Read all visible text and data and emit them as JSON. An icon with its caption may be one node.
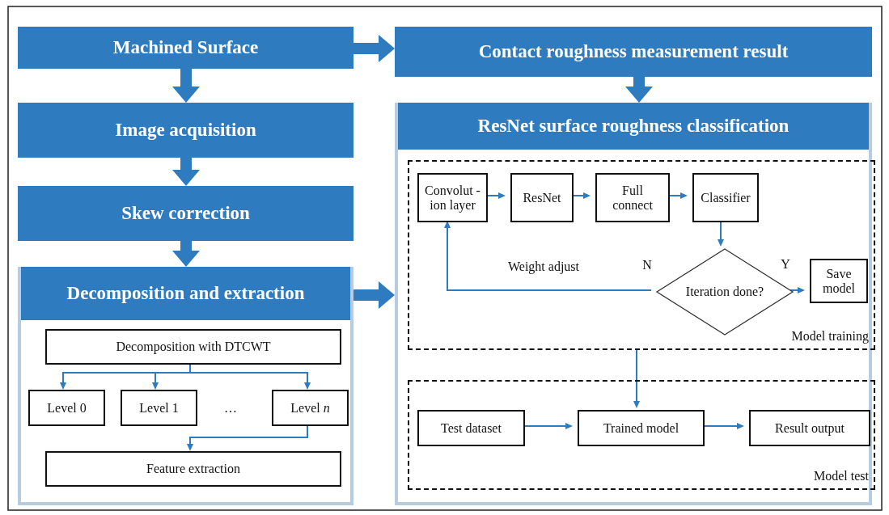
{
  "diagram": {
    "nodes": [
      {
        "text": [
          "Machined Surface"
        ]
      },
      {
        "text": [
          "Contact roughness measurement result"
        ]
      },
      {
        "text": [
          "Image acquisition"
        ]
      },
      {
        "text": [
          "ResNet surface roughness classification"
        ]
      },
      {
        "text": [
          "Skew correction"
        ]
      },
      {
        "text": [
          "Decomposition and extraction"
        ]
      },
      {
        "text": [
          "Decomposition with DTCWT"
        ],
        "in": 5
      },
      {
        "text": [
          "Level 0"
        ],
        "in": 5
      },
      {
        "text": [
          "Level 1"
        ],
        "in": 5
      },
      {
        "text": [
          "Level *n*"
        ],
        "in": 5
      },
      {
        "text": [
          "Feature extraction"
        ],
        "in": 5
      },
      {
        "text": [
          "Model training"
        ],
        "in": 3
      },
      {
        "text": [
          "Convolut -ion layer"
        ],
        "in": 11
      },
      {
        "text": [
          "ResNet"
        ],
        "in": 11
      },
      {
        "text": [
          "Full connect"
        ],
        "in": 11
      },
      {
        "text": [
          "Classifier"
        ],
        "in": 11
      },
      {
        "text": [
          "Iteration done?"
        ],
        "in": 11
      },
      {
        "text": [
          "Save model"
        ],
        "in": 11
      },
      {
        "text": [
          "Model test"
        ],
        "in": 3
      },
      {
        "text": [
          "Test dataset"
        ],
        "in": 18
      },
      {
        "text": [
          "Trained model"
        ],
        "in": 18
      },
      {
        "text": [
          "Result output"
        ],
        "in": 18
      }
    ],
    "edges": [
      {
        "from": 0,
        "to": 2,
        "arrow": "to",
        "style": "thick"
      },
      {
        "from": 2,
        "to": 4,
        "arrow": "to",
        "style": "thick"
      },
      {
        "from": 4,
        "to": 5,
        "arrow": "to",
        "style": "thick"
      },
      {
        "from": 0,
        "to": 1,
        "arrow": "to",
        "style": "thick"
      },
      {
        "from": 1,
        "to": 3,
        "arrow": "to",
        "style": "thick"
      },
      {
        "from": 5,
        "to": 3,
        "arrow": "to",
        "style": "thick"
      },
      {
        "from": 6,
        "to": 7,
        "arrow": "to"
      },
      {
        "from": 6,
        "to": 8,
        "arrow": "to"
      },
      {
        "from": 6,
        "to": 9,
        "arrow": "to"
      },
      {
        "from": 9,
        "to": 10,
        "arrow": "to"
      },
      {
        "from": 12,
        "to": 13,
        "arrow": "to"
      },
      {
        "from": 13,
        "to": 14,
        "arrow": "to"
      },
      {
        "from": 14,
        "to": 15,
        "arrow": "to"
      },
      {
        "from": 15,
        "to": 16,
        "arrow": "to"
      },
      {
        "from": 16,
        "to": 17,
        "arrow": "to",
        "label": "Y"
      },
      {
        "from": 16,
        "to": 12,
        "arrow": "to",
        "label": "Weight adjust"
      },
      {
        "from": 11,
        "to": 20,
        "arrow": "to"
      },
      {
        "from": 19,
        "to": 20,
        "arrow": "to"
      },
      {
        "from": 20,
        "to": 21,
        "arrow": "to"
      }
    ],
    "labels": [
      "…",
      "N"
    ]
  }
}
